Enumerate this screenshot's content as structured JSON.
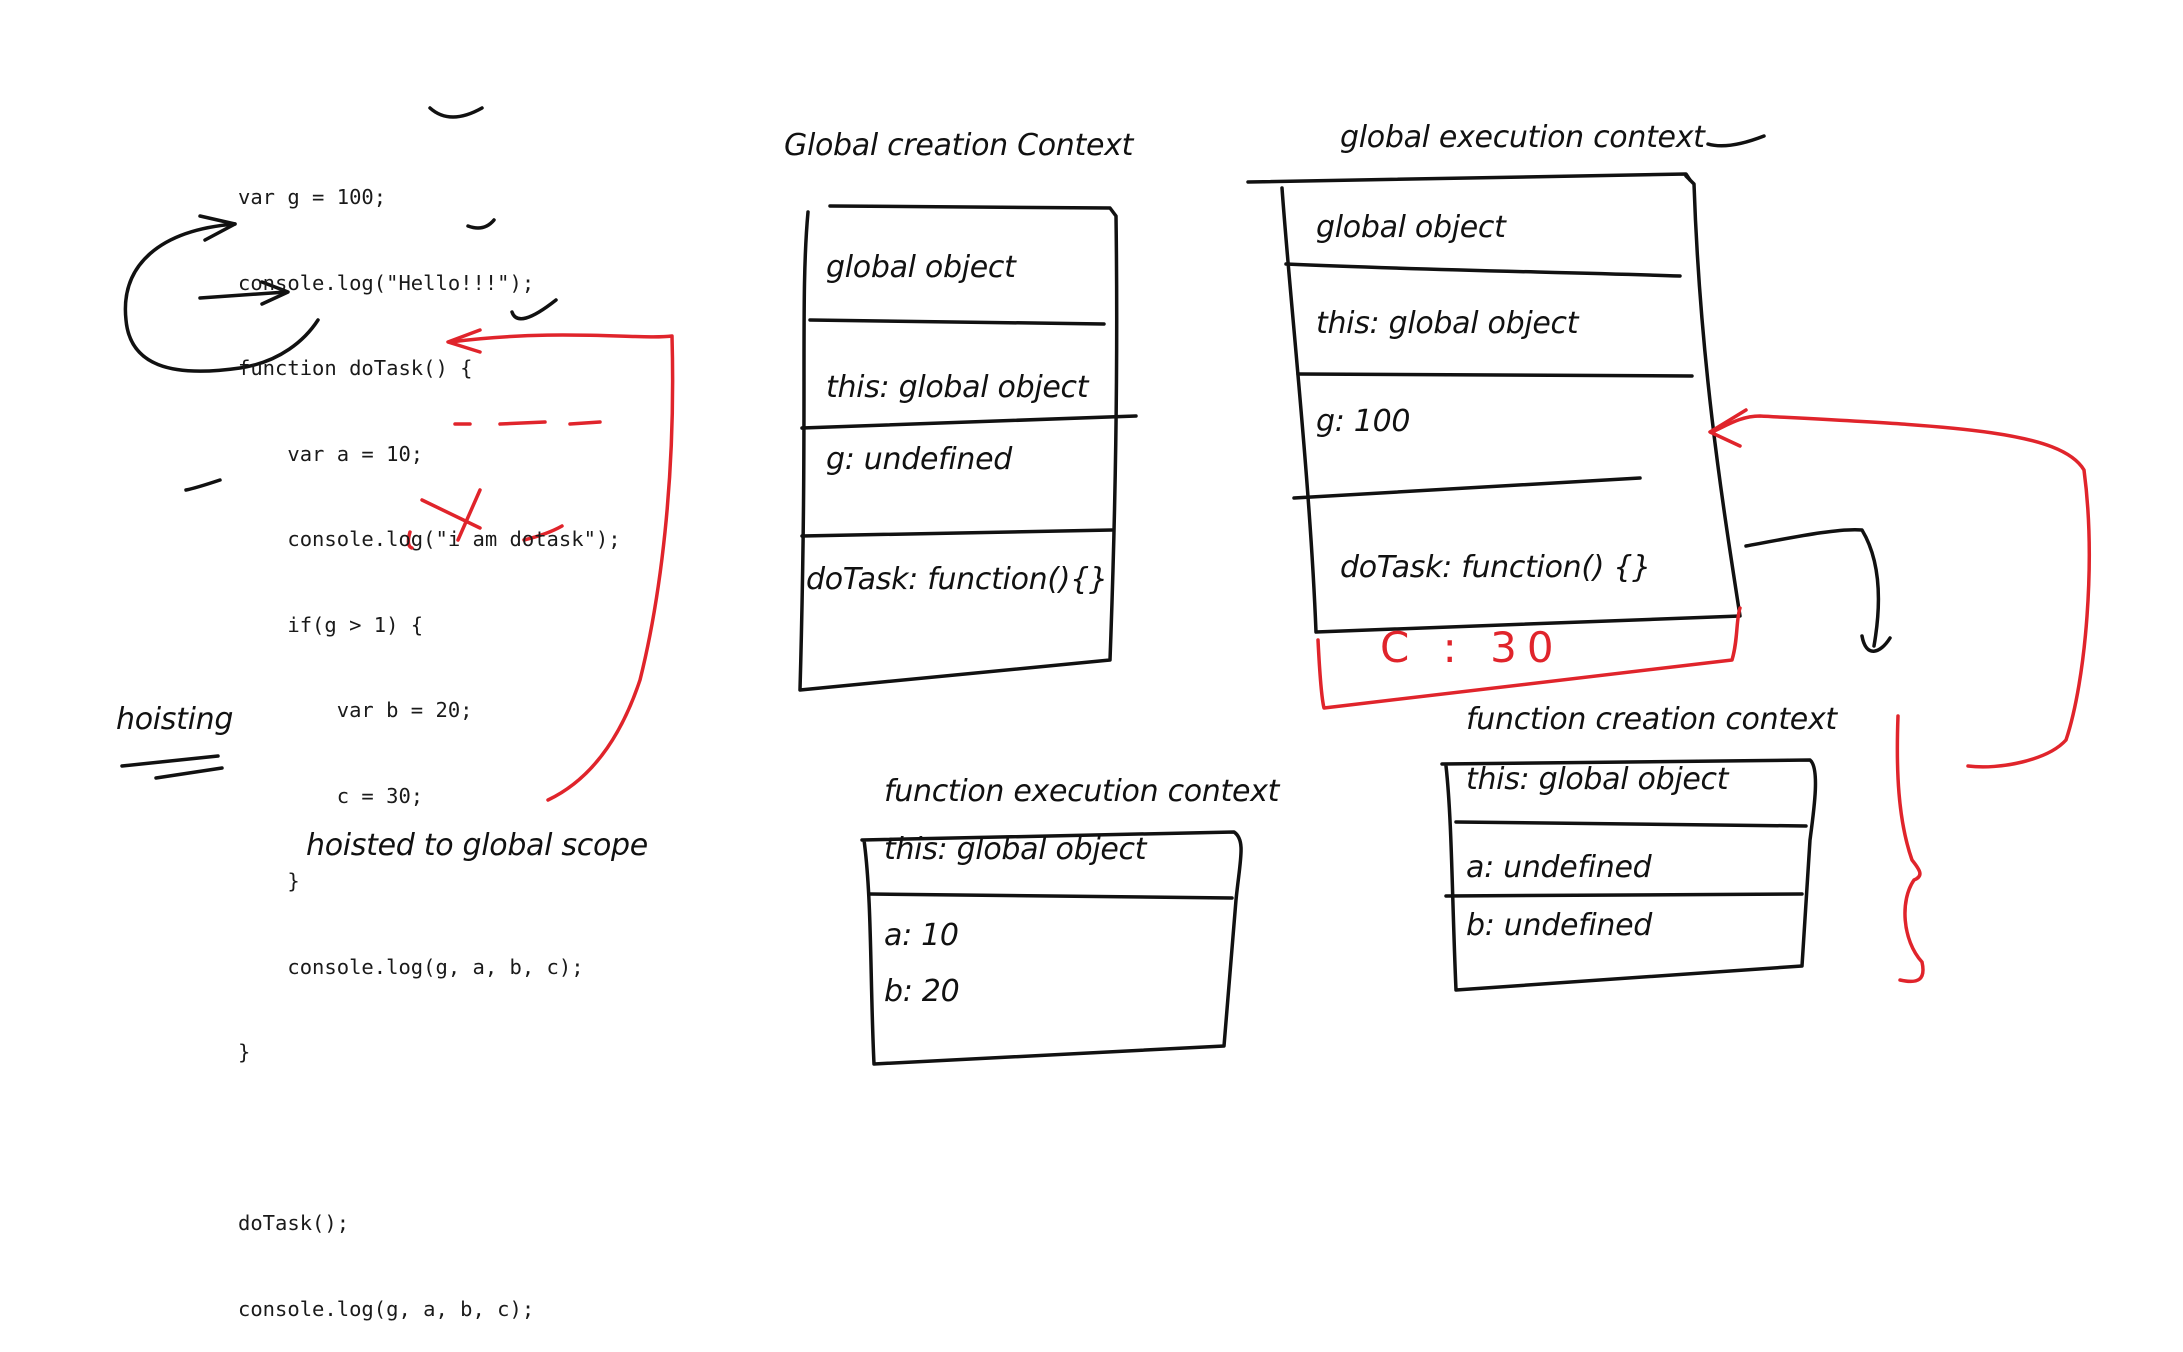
{
  "code": {
    "lines": [
      "var g = 100;",
      "console.log(\"Hello!!!\");",
      "function doTask() {",
      "    var a = 10;",
      "    console.log(\"i am dotask\");",
      "    if(g > 1) {",
      "        var b = 20;",
      "        c = 30;",
      "    }",
      "    console.log(g, a, b, c);",
      "}",
      "",
      "doTask();",
      "console.log(g, a, b, c);"
    ]
  },
  "notes": {
    "hoisting": "hoisting",
    "hoisted_to_global_scope": "hoisted to global scope"
  },
  "global_creation_context": {
    "title": "Global creation Context",
    "rows": [
      "global object",
      "this: global object",
      "g: undefined",
      "doTask: function(){}"
    ]
  },
  "global_execution_context": {
    "title": "global execution context",
    "rows": [
      "global object",
      "this: global object",
      "g: 100",
      "doTask: function() {}"
    ],
    "added_row": "C : 30"
  },
  "function_execution_context": {
    "title": "function execution context",
    "rows": [
      "this: global object",
      "a: 10",
      "b: 20"
    ]
  },
  "function_creation_context": {
    "title": "function creation context",
    "rows": [
      "this: global object",
      "a: undefined",
      "b: undefined"
    ]
  },
  "colors": {
    "ink": "#111111",
    "red": "#e0242b"
  }
}
